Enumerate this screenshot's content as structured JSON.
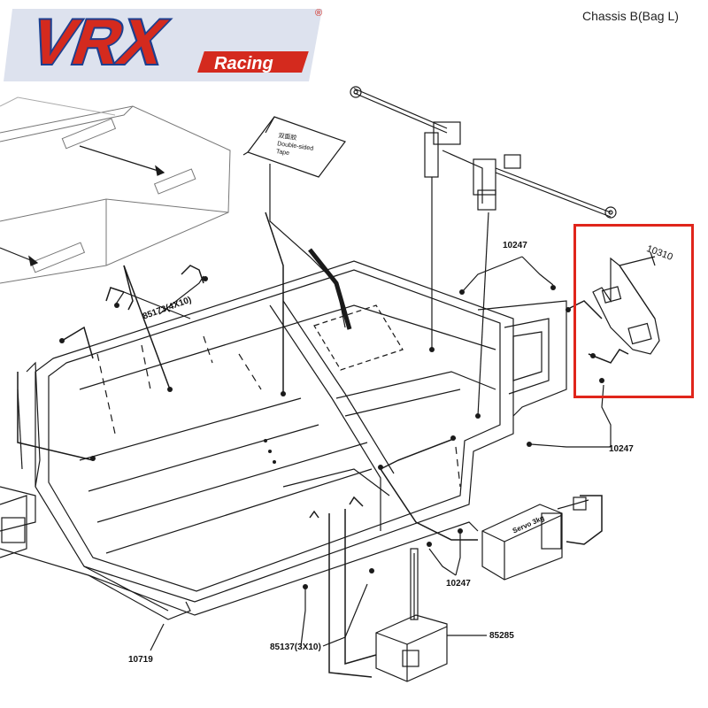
{
  "header": {
    "title": "Chassis B(Bag L)",
    "logo_main": "VRX",
    "logo_sub": "Racing",
    "logo_reg": "®"
  },
  "tape": {
    "line1": "双面胶",
    "line2": "Double-sided",
    "line3": "Tape"
  },
  "parts": {
    "p10310": "10310",
    "p10247_a": "10247",
    "p10247_b": "10247",
    "p10247_c": "10247",
    "p85173": "85173(4X10)",
    "p85137": "85137(3X10)",
    "p85285": "85285",
    "p10719": "10719"
  },
  "servo_label": "Servo 3kg",
  "colors": {
    "highlight": "#e0251b",
    "logo_red": "#d42a1e",
    "logo_blue": "#1d3f8f",
    "line": "#1a1a1a"
  }
}
